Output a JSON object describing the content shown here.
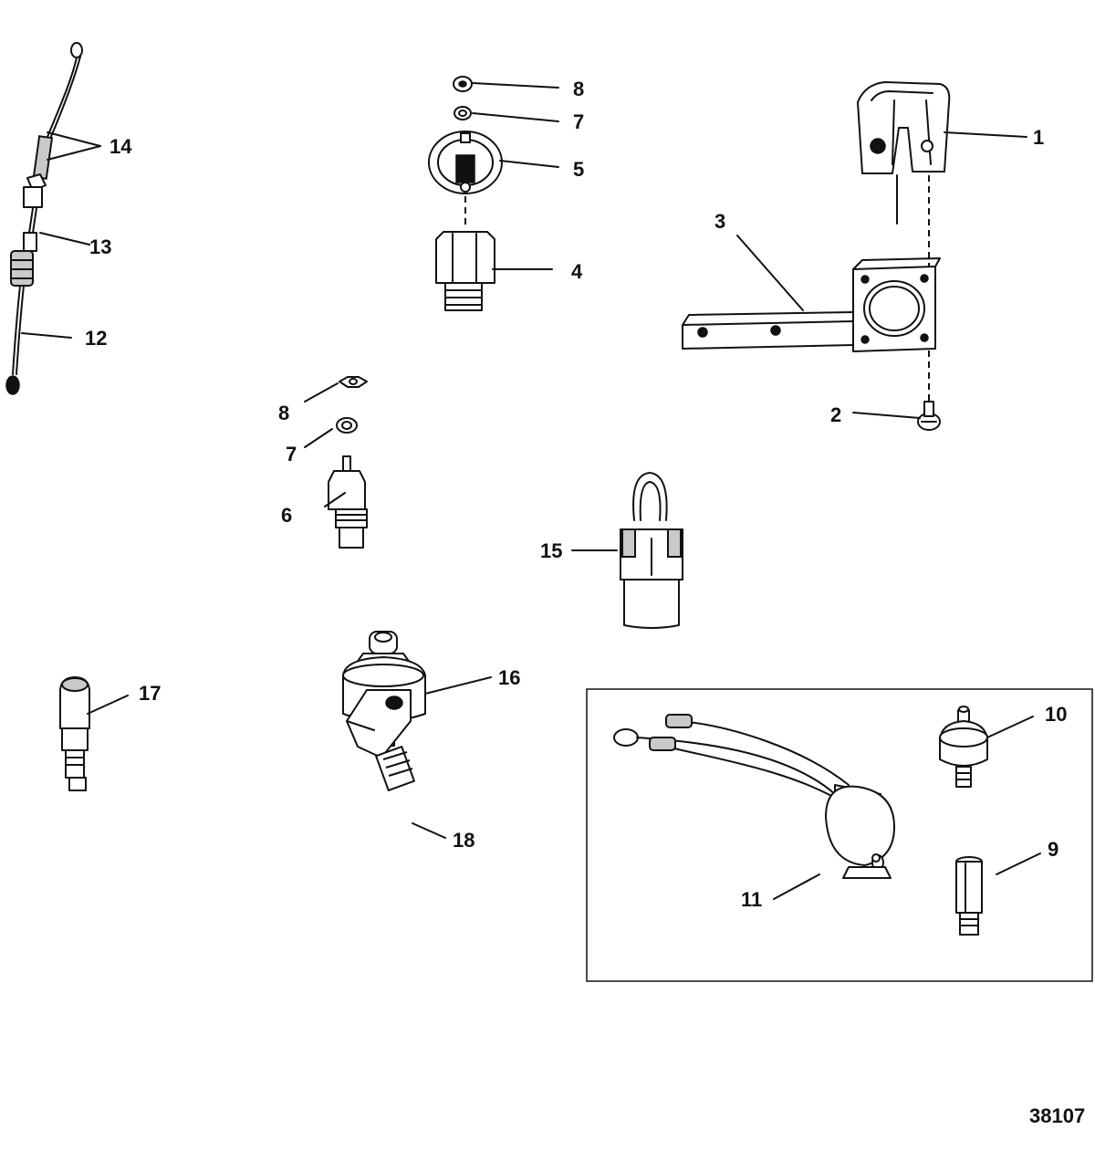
{
  "diagram": {
    "drawing_number": "38107",
    "callouts": [
      {
        "id": "c1",
        "label": "1"
      },
      {
        "id": "c2",
        "label": "2"
      },
      {
        "id": "c3",
        "label": "3"
      },
      {
        "id": "c4",
        "label": "4"
      },
      {
        "id": "c5",
        "label": "5"
      },
      {
        "id": "c6",
        "label": "6"
      },
      {
        "id": "c7a",
        "label": "7"
      },
      {
        "id": "c7b",
        "label": "7"
      },
      {
        "id": "c8a",
        "label": "8"
      },
      {
        "id": "c8b",
        "label": "8"
      },
      {
        "id": "c9",
        "label": "9"
      },
      {
        "id": "c10",
        "label": "10"
      },
      {
        "id": "c11",
        "label": "11"
      },
      {
        "id": "c12",
        "label": "12"
      },
      {
        "id": "c13",
        "label": "13"
      },
      {
        "id": "c14",
        "label": "14"
      },
      {
        "id": "c15",
        "label": "15"
      },
      {
        "id": "c16",
        "label": "16"
      },
      {
        "id": "c17",
        "label": "17"
      },
      {
        "id": "c18",
        "label": "18"
      }
    ]
  }
}
